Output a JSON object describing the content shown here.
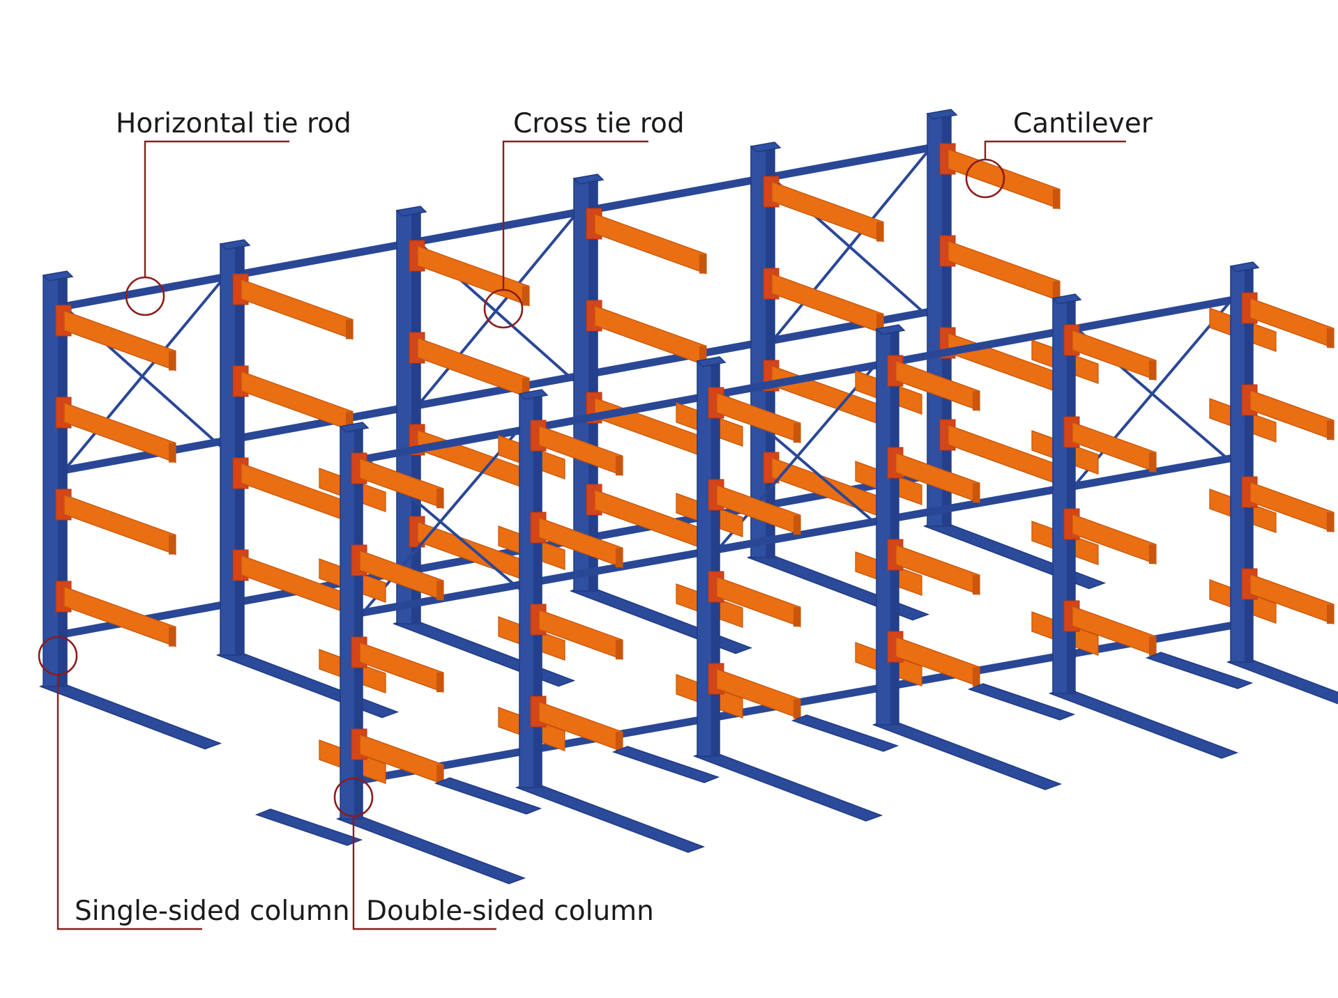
{
  "colors": {
    "frame": "#2f4fa0",
    "cantilever": "#ea6e12",
    "callout": "#8a1c1c"
  },
  "callouts": {
    "horizontal_tie_rod": "Horizontal tie rod",
    "cross_tie_rod": "Cross tie rod",
    "cantilever": "Cantilever",
    "single_sided_column": "Single-sided column",
    "double_sided_column": "Double-sided column"
  }
}
